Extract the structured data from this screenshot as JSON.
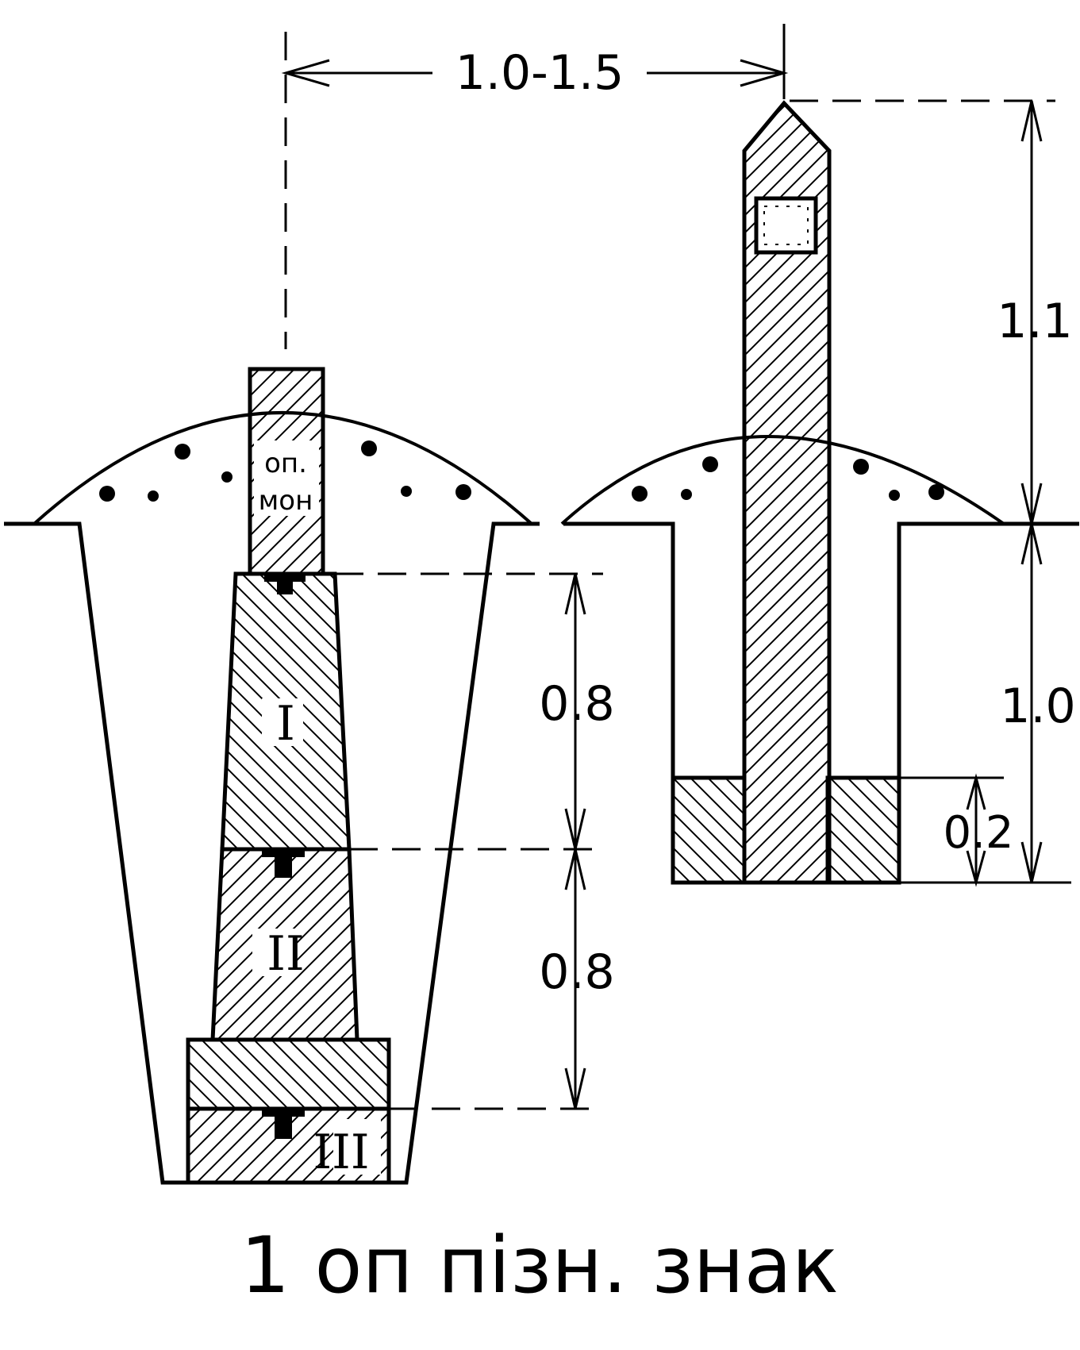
{
  "dimensions": {
    "top_width": "1.0-1.5",
    "sign_height_above": "1.1",
    "sign_depth": "1.0",
    "sign_base": "0.2",
    "block_I_height": "0.8",
    "block_II_height": "0.8"
  },
  "left_monument": {
    "label_line1": "оп.",
    "label_line2": "мон",
    "block_I": "I",
    "block_II": "II",
    "block_III": "III"
  },
  "caption": "1 оп пізн. знак",
  "colors": {
    "ink": "#000000",
    "paper": "#ffffff"
  }
}
